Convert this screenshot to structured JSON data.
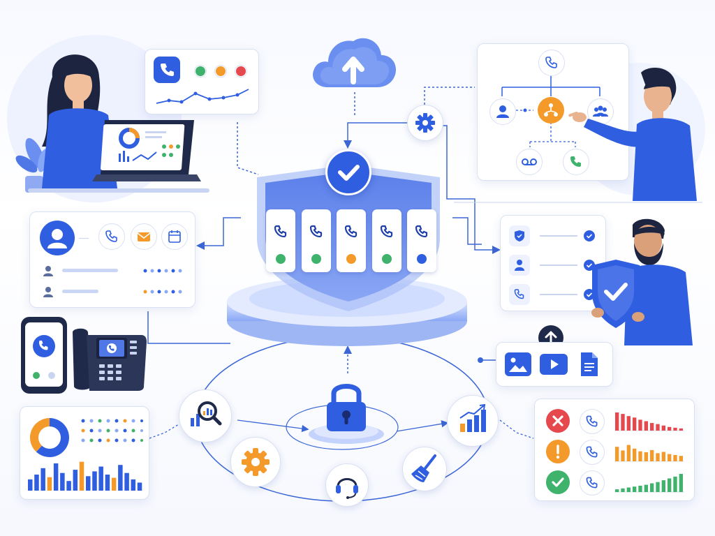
{
  "colors": {
    "primary": "#2f5fe0",
    "primary_light": "#dde6ff",
    "green": "#3fb26b",
    "orange": "#f39a2b",
    "red": "#e5484d",
    "card_border": "#d9e1f2",
    "line": "#3b66d6",
    "bg": "#f4f7ff"
  },
  "icons": {
    "center": [
      "shield-icon",
      "check-icon",
      "phone-icon",
      "platform-base"
    ],
    "cloud": "cloud-upload-icon",
    "settings": "gear-icon",
    "lock": "padlock-icon",
    "cycle": [
      "magnifier-chart-icon",
      "gear-icon",
      "headset-icon",
      "broom-icon",
      "bar-chart-growth-icon"
    ],
    "media": [
      "image-icon",
      "video-play-icon",
      "document-icon",
      "upload-arrow-icon"
    ],
    "routing": [
      "phone-icon",
      "org-node-icon",
      "user-icon",
      "group-icon",
      "voicemail-icon"
    ],
    "security_list": [
      "shield-icon",
      "user-icon",
      "phone-icon",
      "check-circle-icon"
    ],
    "status": [
      "error-x-icon",
      "warning-icon",
      "success-check-icon"
    ],
    "devices": [
      "smartphone-icon",
      "desk-phone-icon"
    ],
    "contact": [
      "avatar-icon",
      "phone-icon",
      "mail-icon",
      "calendar-icon"
    ]
  },
  "center_tiles": [
    {
      "dot": "#3fb26b"
    },
    {
      "dot": "#3fb26b"
    },
    {
      "dot": "#f39a2b"
    },
    {
      "dot": "#3fb26b"
    },
    {
      "dot": "#2f5fe0"
    }
  ],
  "top_left_status_dots": [
    "#3fb26b",
    "#f39a2b",
    "#e5484d"
  ],
  "status_rows": [
    {
      "icon": "error-x-icon",
      "color": "#e5484d",
      "bars": [
        1,
        0.92,
        0.8,
        0.72,
        0.6,
        0.52,
        0.42,
        0.36,
        0.28,
        0.2,
        0.16,
        0.12
      ]
    },
    {
      "icon": "warning-icon",
      "color": "#f39a2b",
      "bars": [
        0.8,
        0.6,
        0.9,
        0.7,
        0.55,
        0.5,
        0.62,
        0.45,
        0.52,
        0.4,
        0.35,
        0.3
      ]
    },
    {
      "icon": "success-check-icon",
      "color": "#3fb26b",
      "bars": [
        0.15,
        0.2,
        0.25,
        0.3,
        0.35,
        0.4,
        0.48,
        0.55,
        0.65,
        0.75,
        0.85,
        1
      ]
    }
  ],
  "analytics_bars": [
    0.35,
    0.5,
    0.7,
    0.42,
    0.85,
    0.55,
    0.3,
    0.65,
    0.9,
    0.45,
    0.6,
    0.75,
    0.5,
    0.4,
    0.8,
    0.55,
    0.35,
    0.25
  ],
  "analytics_donut": [
    0.62,
    0.38
  ]
}
